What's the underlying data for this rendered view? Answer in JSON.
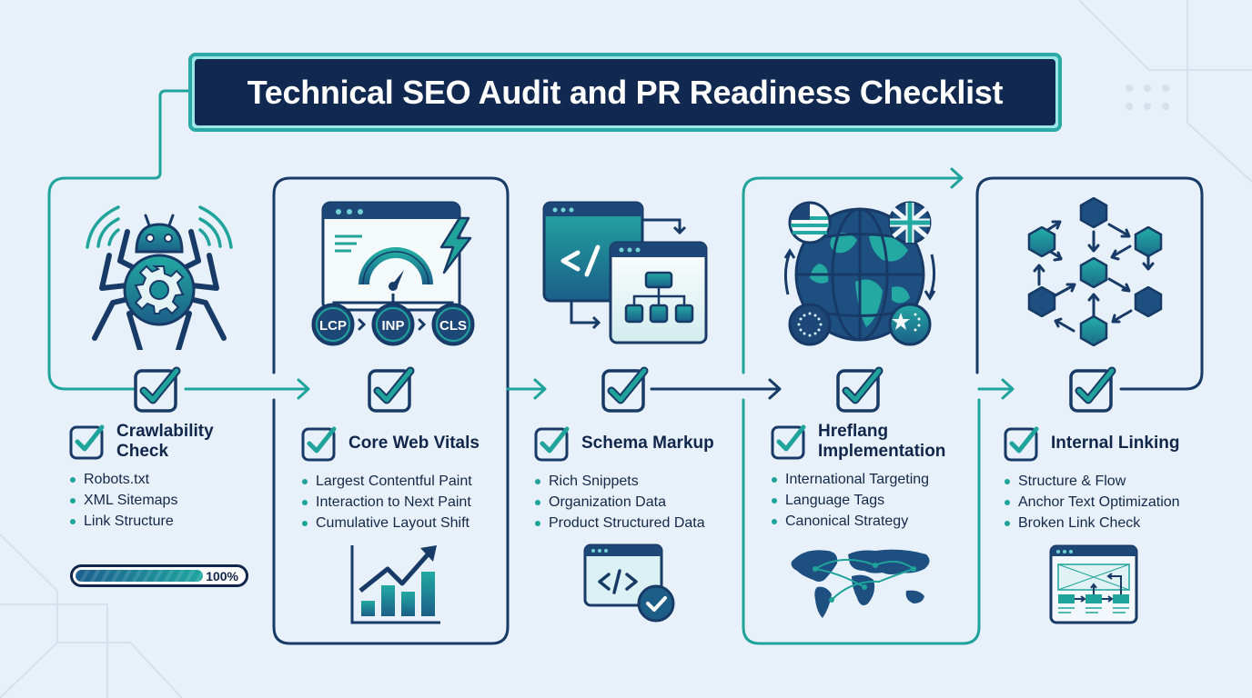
{
  "title": "Technical SEO Audit and PR Readiness Checklist",
  "colors": {
    "background": "#e8f1f9",
    "navy": "#112850",
    "teal": "#1fa39b",
    "title_border": "#2aa9a6"
  },
  "steps": [
    {
      "heading": "Crawlability Check",
      "heading_lines": [
        "Crawlability",
        "Check"
      ],
      "icon": "spider-bot-gear-icon",
      "bullets": [
        "Robots.txt",
        "XML Sitemaps",
        "Link Structure"
      ],
      "extra": {
        "type": "progress-bar",
        "value": "100%"
      }
    },
    {
      "heading": "Core Web Vitals",
      "icon": "browser-speedometer-icon",
      "metrics": [
        "LCP",
        "INP",
        "CLS"
      ],
      "bullets": [
        "Largest Contentful Paint",
        "Interaction to Next Paint",
        "Cumulative Layout Shift"
      ],
      "extra": {
        "type": "growth-chart-icon"
      }
    },
    {
      "heading": "Schema Markup",
      "icon": "code-to-structure-icon",
      "bullets": [
        "Rich Snippets",
        "Organization Data",
        "Product Structured Data"
      ],
      "extra": {
        "type": "code-window-check-icon"
      }
    },
    {
      "heading": "Hreflang Implementation",
      "heading_lines": [
        "Hreflang",
        "Implementation"
      ],
      "icon": "globe-flags-icon",
      "bullets": [
        "International Targeting",
        "Language Tags",
        "Canonical Strategy"
      ],
      "extra": {
        "type": "world-map-connections-icon"
      }
    },
    {
      "heading": "Internal Linking",
      "icon": "hexagon-network-icon",
      "bullets": [
        "Structure & Flow",
        "Anchor Text Optimization",
        "Broken Link Check"
      ],
      "extra": {
        "type": "page-wireframe-links-icon"
      }
    }
  ]
}
